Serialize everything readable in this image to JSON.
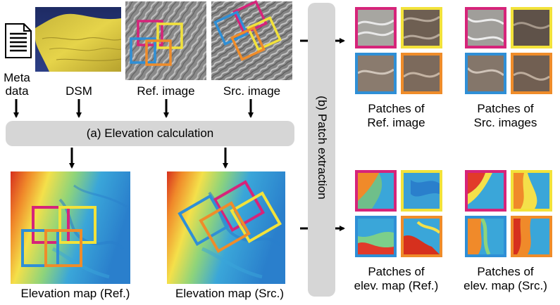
{
  "colors": {
    "magenta": "#d6247a",
    "yellow": "#f2e23a",
    "blue": "#2f8fd6",
    "orange": "#ef8c2a",
    "pill": "#d6d6d6"
  },
  "inputs": {
    "meta_data": [
      "Meta",
      "data"
    ],
    "dsm": "DSM",
    "ref_image": "Ref. image",
    "src_image": "Src. image"
  },
  "steps": {
    "elevation_calculation": "(a) Elevation calculation",
    "patch_extraction": "(b) Patch extraction"
  },
  "maps": {
    "elev_ref": "Elevation map (Ref.)",
    "elev_src": "Elevation map (Src.)"
  },
  "patches": {
    "ref_image": [
      "Patches of",
      "Ref. image"
    ],
    "src_images": [
      "Patches of",
      "Src. images"
    ],
    "elev_ref": [
      "Patches of",
      "elev. map (Ref.)"
    ],
    "elev_src": [
      "Patches of",
      "elev. map (Src.)"
    ]
  },
  "icons": {
    "document": "document-icon",
    "arrow": "arrow-icon"
  }
}
